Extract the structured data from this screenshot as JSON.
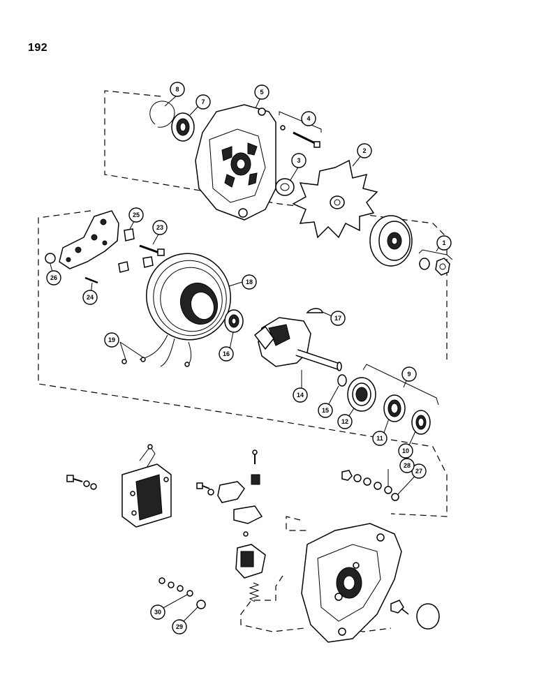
{
  "page": {
    "number": "192"
  },
  "callouts": [
    {
      "id": "c1",
      "label": "1"
    },
    {
      "id": "c2",
      "label": "2"
    },
    {
      "id": "c3",
      "label": "3"
    },
    {
      "id": "c4",
      "label": "4"
    },
    {
      "id": "c5",
      "label": "5"
    },
    {
      "id": "c7",
      "label": "7"
    },
    {
      "id": "c8",
      "label": "8"
    },
    {
      "id": "c9",
      "label": "9"
    },
    {
      "id": "c10",
      "label": "10"
    },
    {
      "id": "c11",
      "label": "11"
    },
    {
      "id": "c12",
      "label": "12"
    },
    {
      "id": "c14",
      "label": "14"
    },
    {
      "id": "c15",
      "label": "15"
    },
    {
      "id": "c16",
      "label": "16"
    },
    {
      "id": "c17",
      "label": "17"
    },
    {
      "id": "c18",
      "label": "18"
    },
    {
      "id": "c19",
      "label": "19"
    },
    {
      "id": "c23",
      "label": "23"
    },
    {
      "id": "c24",
      "label": "24"
    },
    {
      "id": "c25",
      "label": "25"
    },
    {
      "id": "c26",
      "label": "26"
    },
    {
      "id": "c27",
      "label": "27"
    },
    {
      "id": "c28",
      "label": "28"
    },
    {
      "id": "c29",
      "label": "29"
    },
    {
      "id": "c30",
      "label": "30"
    }
  ]
}
